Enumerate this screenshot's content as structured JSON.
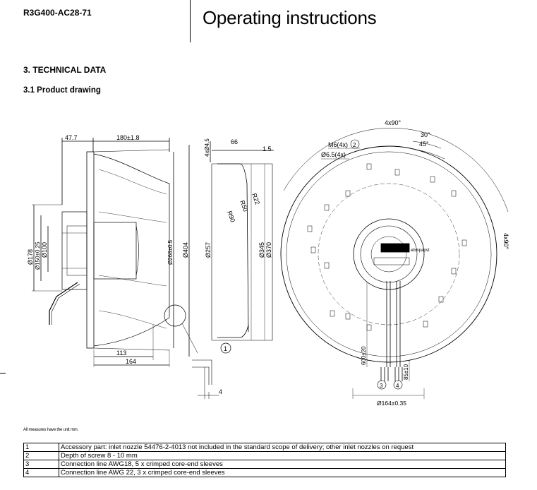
{
  "header": {
    "model": "R3G400-AC28-71",
    "title": "Operating instructions"
  },
  "section": {
    "heading": "3. TECHNICAL DATA",
    "subheading": "3.1 Product drawing"
  },
  "drawing": {
    "side_view": {
      "dim_47_7": "47.7",
      "dim_180": "180±1.8",
      "dim_113": "113",
      "dim_164": "164",
      "dim_178": "Ø178",
      "dim_150": "Ø150±0.25",
      "dim_100": "Ø100",
      "dim_268": "Ø268±0.5",
      "dim_404": "Ø404",
      "callout_1": "1"
    },
    "nozzle_view": {
      "dim_4x4_5": "4xØ4.5",
      "dim_66": "66",
      "dim_1_5": "1.5",
      "dim_257": "Ø257",
      "dim_345": "Ø345",
      "dim_370": "Ø370",
      "r90": "R90",
      "r50": "R50",
      "r22": "R22",
      "dim_4": "4"
    },
    "front_view": {
      "dim_4x90": "4x90°",
      "dim_30": "30°",
      "dim_45": "45°",
      "dim_m6": "M6(4x)",
      "callout_2": "2",
      "dim_6_5": "Ø6.5(4x)",
      "dim_4x90_side": "4x90°",
      "dim_600": "600±20",
      "dim_85": "85±10",
      "dim_164_dia": "Ø164±0.35",
      "callout_3": "3",
      "callout_4": "4",
      "brand_label": "ebmpapst"
    }
  },
  "footnote": "All measures have the unit mm.",
  "notes": [
    {
      "num": "1",
      "text": "Accessory part: inlet nozzle 54476-2-4013 not included in the standard scope of delivery; other inlet nozzles on request"
    },
    {
      "num": "2",
      "text": "Depth of screw 8 - 10 mm"
    },
    {
      "num": "3",
      "text": "Connection line AWG18, 5 x crimped core-end sleeves"
    },
    {
      "num": "4",
      "text": "Connection line AWG 22, 3 x crimped core-end sleeves"
    }
  ]
}
